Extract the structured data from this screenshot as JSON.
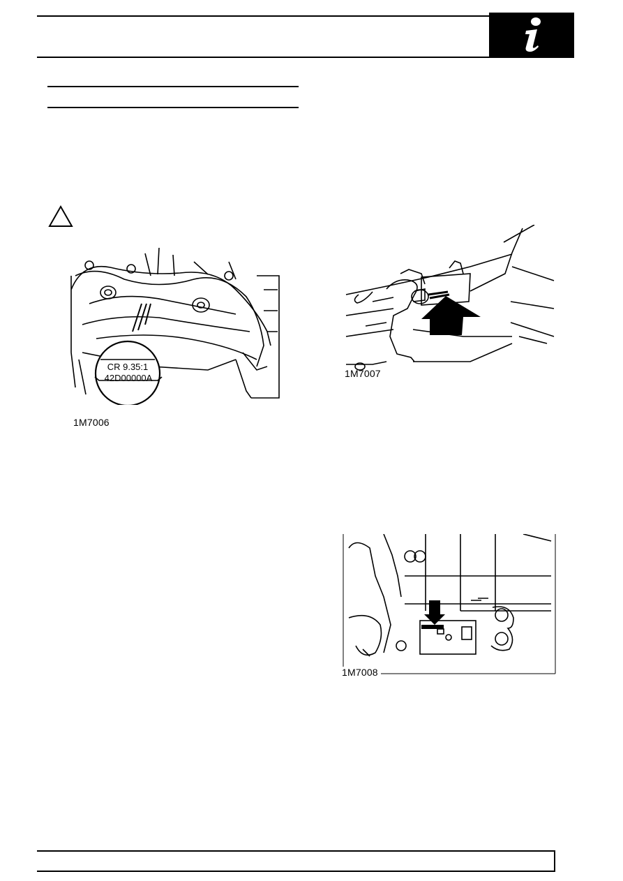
{
  "header": {
    "info_icon": "info-icon"
  },
  "warning": {
    "icon": "warning-triangle-icon"
  },
  "figures": [
    {
      "id": "fig1",
      "caption": "1M7006",
      "callout_line1": "CR 9.35:1",
      "callout_line2": "42D00000A"
    },
    {
      "id": "fig2",
      "caption": "1M7007"
    },
    {
      "id": "fig3",
      "caption": "1M7008"
    }
  ]
}
